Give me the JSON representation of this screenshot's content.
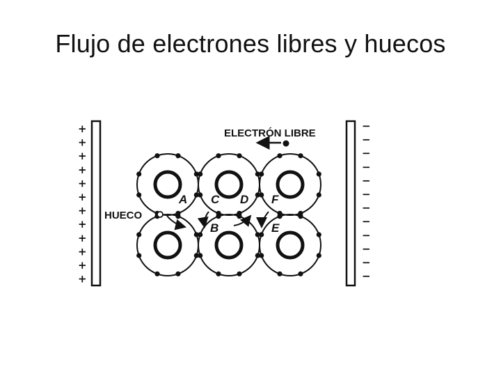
{
  "slide": {
    "title": "Flujo de electrones libres y huecos"
  },
  "diagram": {
    "free_electron_label": "ELECTRÓN LIBRE",
    "hole_label": "HUECO",
    "positive_sign": "+",
    "negative_sign": "−",
    "positive_sign_count": 12,
    "negative_sign_count": 12,
    "atom_labels": [
      "A",
      "C",
      "D",
      "F",
      "B",
      "E"
    ],
    "atom_rows": 2,
    "atom_cols": 3
  }
}
